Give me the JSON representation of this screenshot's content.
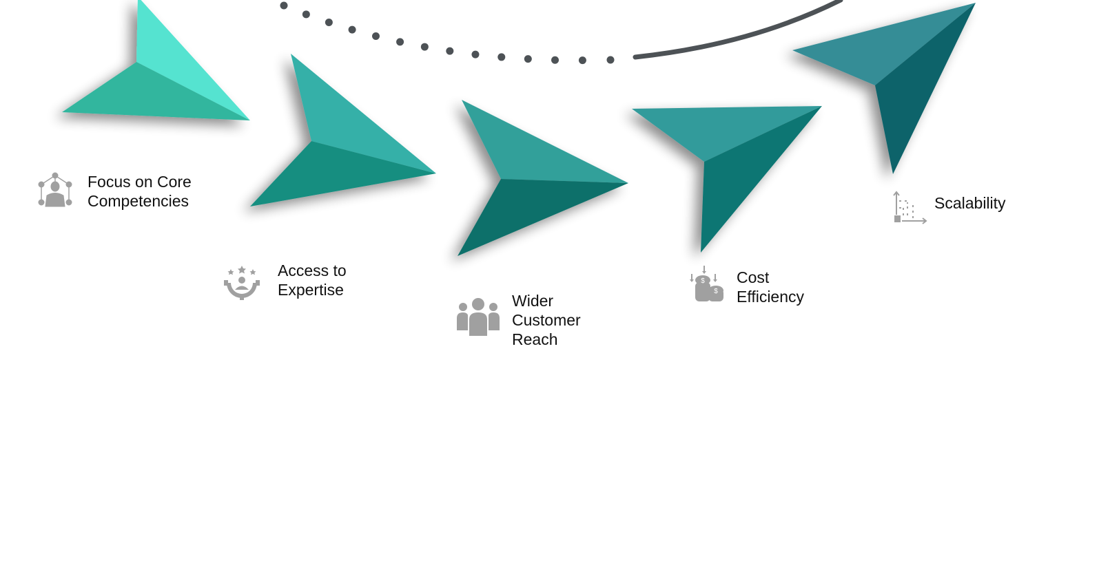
{
  "colors": {
    "path_line": "#4d5256",
    "icon_grey": "#a0a0a0",
    "arrows": [
      {
        "top": "#55e3d0",
        "bottom": "#32b69e"
      },
      {
        "top": "#35b0a8",
        "bottom": "#128e80"
      },
      {
        "top": "#31a09a",
        "bottom": "#10706a"
      },
      {
        "top": "#339b9b",
        "bottom": "#107673"
      },
      {
        "top": "#358d96",
        "bottom": "#0c646b"
      }
    ]
  },
  "steps": [
    {
      "icon": "person-network-icon",
      "lines": [
        "Focus on Core",
        "Competencies"
      ]
    },
    {
      "icon": "gear-person-stars-icon",
      "lines": [
        "Access to",
        "Expertise"
      ]
    },
    {
      "icon": "group-people-icon",
      "lines": [
        "Wider",
        "Customer",
        "Reach"
      ]
    },
    {
      "icon": "coins-dollar-icon",
      "lines": [
        "Cost",
        "Efficiency"
      ]
    },
    {
      "icon": "scaling-chart-icon",
      "lines": [
        "Scalability"
      ]
    }
  ]
}
